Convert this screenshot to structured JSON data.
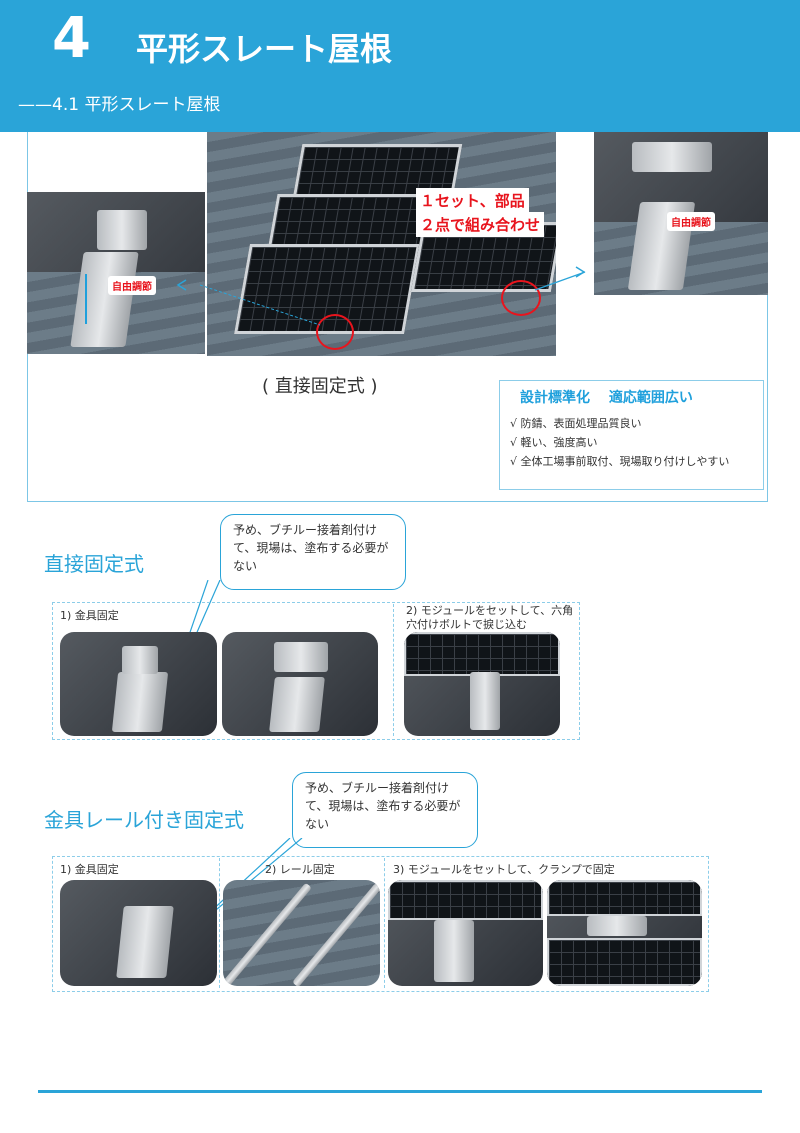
{
  "header": {
    "chapter_number": "4",
    "chapter_title": "平形スレート屋根",
    "subtitle": "——4.1 平形スレート屋根"
  },
  "overview": {
    "callout_line1": "１セット、部品",
    "callout_line2": "２点で組み合わせ",
    "tag_left": "自由調節",
    "tag_right": "自由調節",
    "caption": "( 直接固定式 )"
  },
  "features": {
    "title": "設計標準化　 適応範囲広い",
    "items": [
      "√ 防錆、表面処理品質良い",
      "√ 軽い、強度高い",
      "√ 全体工場事前取付、現場取り付けしやすい"
    ]
  },
  "section_direct": {
    "title": "直接固定式",
    "bubble_text": "予め、ブチルー接着剤付けて、現場は、塗布する必要がない",
    "step1": "1) 金具固定",
    "step2": "2) モジュールをセットして、六角穴付けボルトで捩じ込む"
  },
  "section_rail": {
    "title": "金具レール付き固定式",
    "bubble_text": "予め、ブチルー接着剤付けて、現場は、塗布する必要がない",
    "step1": "1) 金具固定",
    "step2": "2) レール固定",
    "step3": "3) モジュールをセットして、クランプで固定"
  },
  "colors": {
    "brand": "#2aa4d8",
    "alert": "#e8141d"
  },
  "icons": [
    "arrow-right-icon",
    "arrow-left-icon"
  ]
}
